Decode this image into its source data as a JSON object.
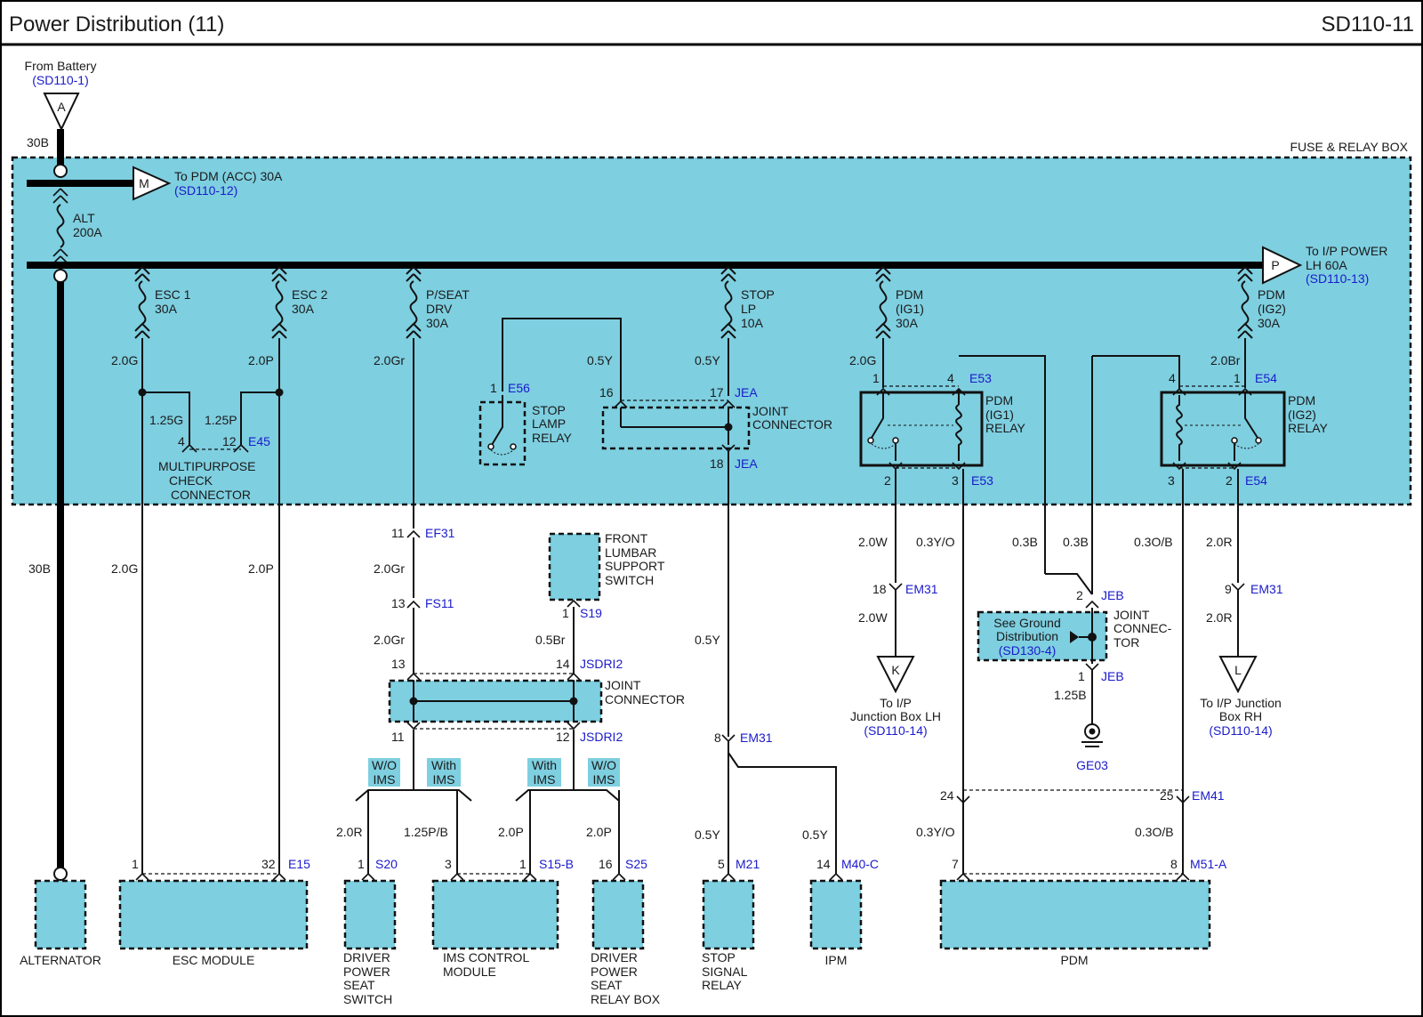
{
  "header": {
    "title": "Power Distribution (11)",
    "code": "SD110-11"
  },
  "fuse_box_label": "FUSE & RELAY BOX",
  "battery": {
    "line1": "From Battery",
    "ref": "(SD110-1)",
    "connector": "A",
    "wire_top": "30B",
    "wire_bottom": "30B"
  },
  "pdm_acc": {
    "connector": "M",
    "text": "To PDM (ACC) 30A",
    "ref": "(SD110-12)"
  },
  "alt_fuse": {
    "l1": "ALT",
    "l2": "200A"
  },
  "ip_power": {
    "connector": "P",
    "l1": "To I/P POWER",
    "l2": "LH 60A",
    "ref": "(SD110-13)"
  },
  "fuses": [
    {
      "l1": "ESC 1",
      "l2": "30A",
      "l3": ""
    },
    {
      "l1": "ESC 2",
      "l2": "30A",
      "l3": ""
    },
    {
      "l1": "P/SEAT",
      "l2": "DRV",
      "l3": "30A"
    },
    {
      "l1": "STOP",
      "l2": "LP",
      "l3": "10A"
    },
    {
      "l1": "PDM",
      "l2": "(IG1)",
      "l3": "30A"
    },
    {
      "l1": "PDM",
      "l2": "(IG2)",
      "l3": "30A"
    }
  ],
  "wires": {
    "w_2_0g": "2.0G",
    "w_2_0p": "2.0P",
    "w_1_25g": "1.25G",
    "w_1_25p": "1.25P",
    "w_2_0gr": "2.0Gr",
    "w_0_5y": "0.5Y",
    "w_2_0br": "2.0Br",
    "w_2_0w": "2.0W",
    "w_0_3yo": "0.3Y/O",
    "w_0_3b": "0.3B",
    "w_0_3ob": "0.3O/B",
    "w_2_0r": "2.0R",
    "w_0_5br": "0.5Br",
    "w_1_25pb": "1.25P/B",
    "w_1_25b": "1.25B"
  },
  "pins": {
    "p1": "1",
    "p2": "2",
    "p3": "3",
    "p4": "4",
    "p5": "5",
    "p7": "7",
    "p8": "8",
    "p9": "9",
    "p11": "11",
    "p12": "12",
    "p13": "13",
    "p14": "14",
    "p16": "16",
    "p17": "17",
    "p18": "18",
    "p24": "24",
    "p25": "25",
    "p32": "32"
  },
  "connectors": {
    "e45": "E45",
    "e56": "E56",
    "jea": "JEA",
    "e53": "E53",
    "e54": "E54",
    "ef31": "EF31",
    "fs11": "FS11",
    "s19": "S19",
    "jsdri2": "JSDRI2",
    "em31": "EM31",
    "jeb": "JEB",
    "e15": "E15",
    "s20": "S20",
    "s15b": "S15-B",
    "s25": "S25",
    "m21": "M21",
    "m40c": "M40-C",
    "em41": "EM41",
    "m51a": "M51-A",
    "ge03": "GE03"
  },
  "labels": {
    "multipurpose": [
      "MULTIPURPOSE",
      "CHECK",
      "CONNECTOR"
    ],
    "stop_lamp_relay": [
      "STOP",
      "LAMP",
      "RELAY"
    ],
    "joint_connector": [
      "JOINT",
      "CONNECTOR"
    ],
    "pdm_ig1_relay": [
      "PDM",
      "(IG1)",
      "RELAY"
    ],
    "pdm_ig2_relay": [
      "PDM",
      "(IG2)",
      "RELAY"
    ],
    "front_lumbar": [
      "FRONT",
      "LUMBAR",
      "SUPPORT",
      "SWITCH"
    ],
    "joint_connector_jeb": [
      "JOINT",
      "CONNEC-",
      "TOR"
    ],
    "see_ground": [
      "See Ground",
      "Distribution"
    ],
    "see_ground_ref": "(SD130-4)",
    "to_ip_lh": [
      "To I/P",
      "Junction Box LH"
    ],
    "to_ip_lh_ref": "(SD110-14)",
    "to_ip_rh": [
      "To I/P Junction",
      "Box RH"
    ],
    "to_ip_rh_ref": "(SD110-14)",
    "conn_k": "K",
    "conn_l": "L",
    "wo_ims": [
      "W/O",
      "IMS"
    ],
    "with_ims": [
      "With",
      "IMS"
    ]
  },
  "modules": {
    "alternator": "ALTERNATOR",
    "esc": "ESC MODULE",
    "driver_seat_switch": [
      "DRIVER",
      "POWER",
      "SEAT",
      "SWITCH"
    ],
    "ims": [
      "IMS CONTROL",
      "MODULE"
    ],
    "driver_seat_relay": [
      "DRIVER",
      "POWER",
      "SEAT",
      "RELAY BOX"
    ],
    "stop_signal_relay": [
      "STOP",
      "SIGNAL",
      "RELAY"
    ],
    "ipm": "IPM",
    "pdm": "PDM"
  }
}
